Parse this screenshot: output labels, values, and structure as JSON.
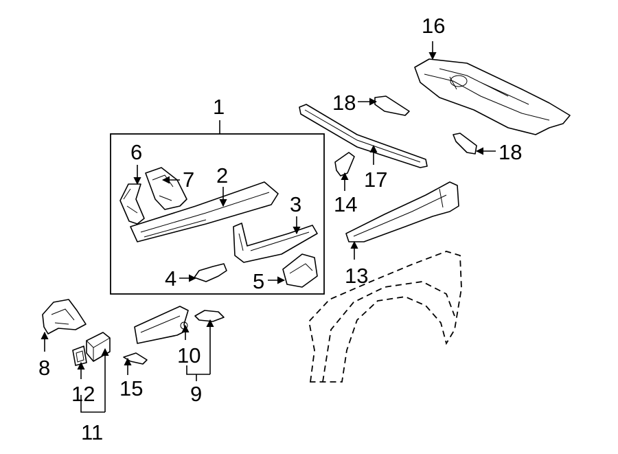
{
  "callouts": {
    "c1": "1",
    "c2": "2",
    "c3": "3",
    "c4": "4",
    "c5": "5",
    "c6": "6",
    "c7": "7",
    "c8": "8",
    "c9": "9",
    "c10": "10",
    "c11": "11",
    "c12": "12",
    "c13": "13",
    "c14": "14",
    "c15": "15",
    "c16": "16",
    "c17": "17",
    "c18a": "18",
    "c18b": "18"
  }
}
